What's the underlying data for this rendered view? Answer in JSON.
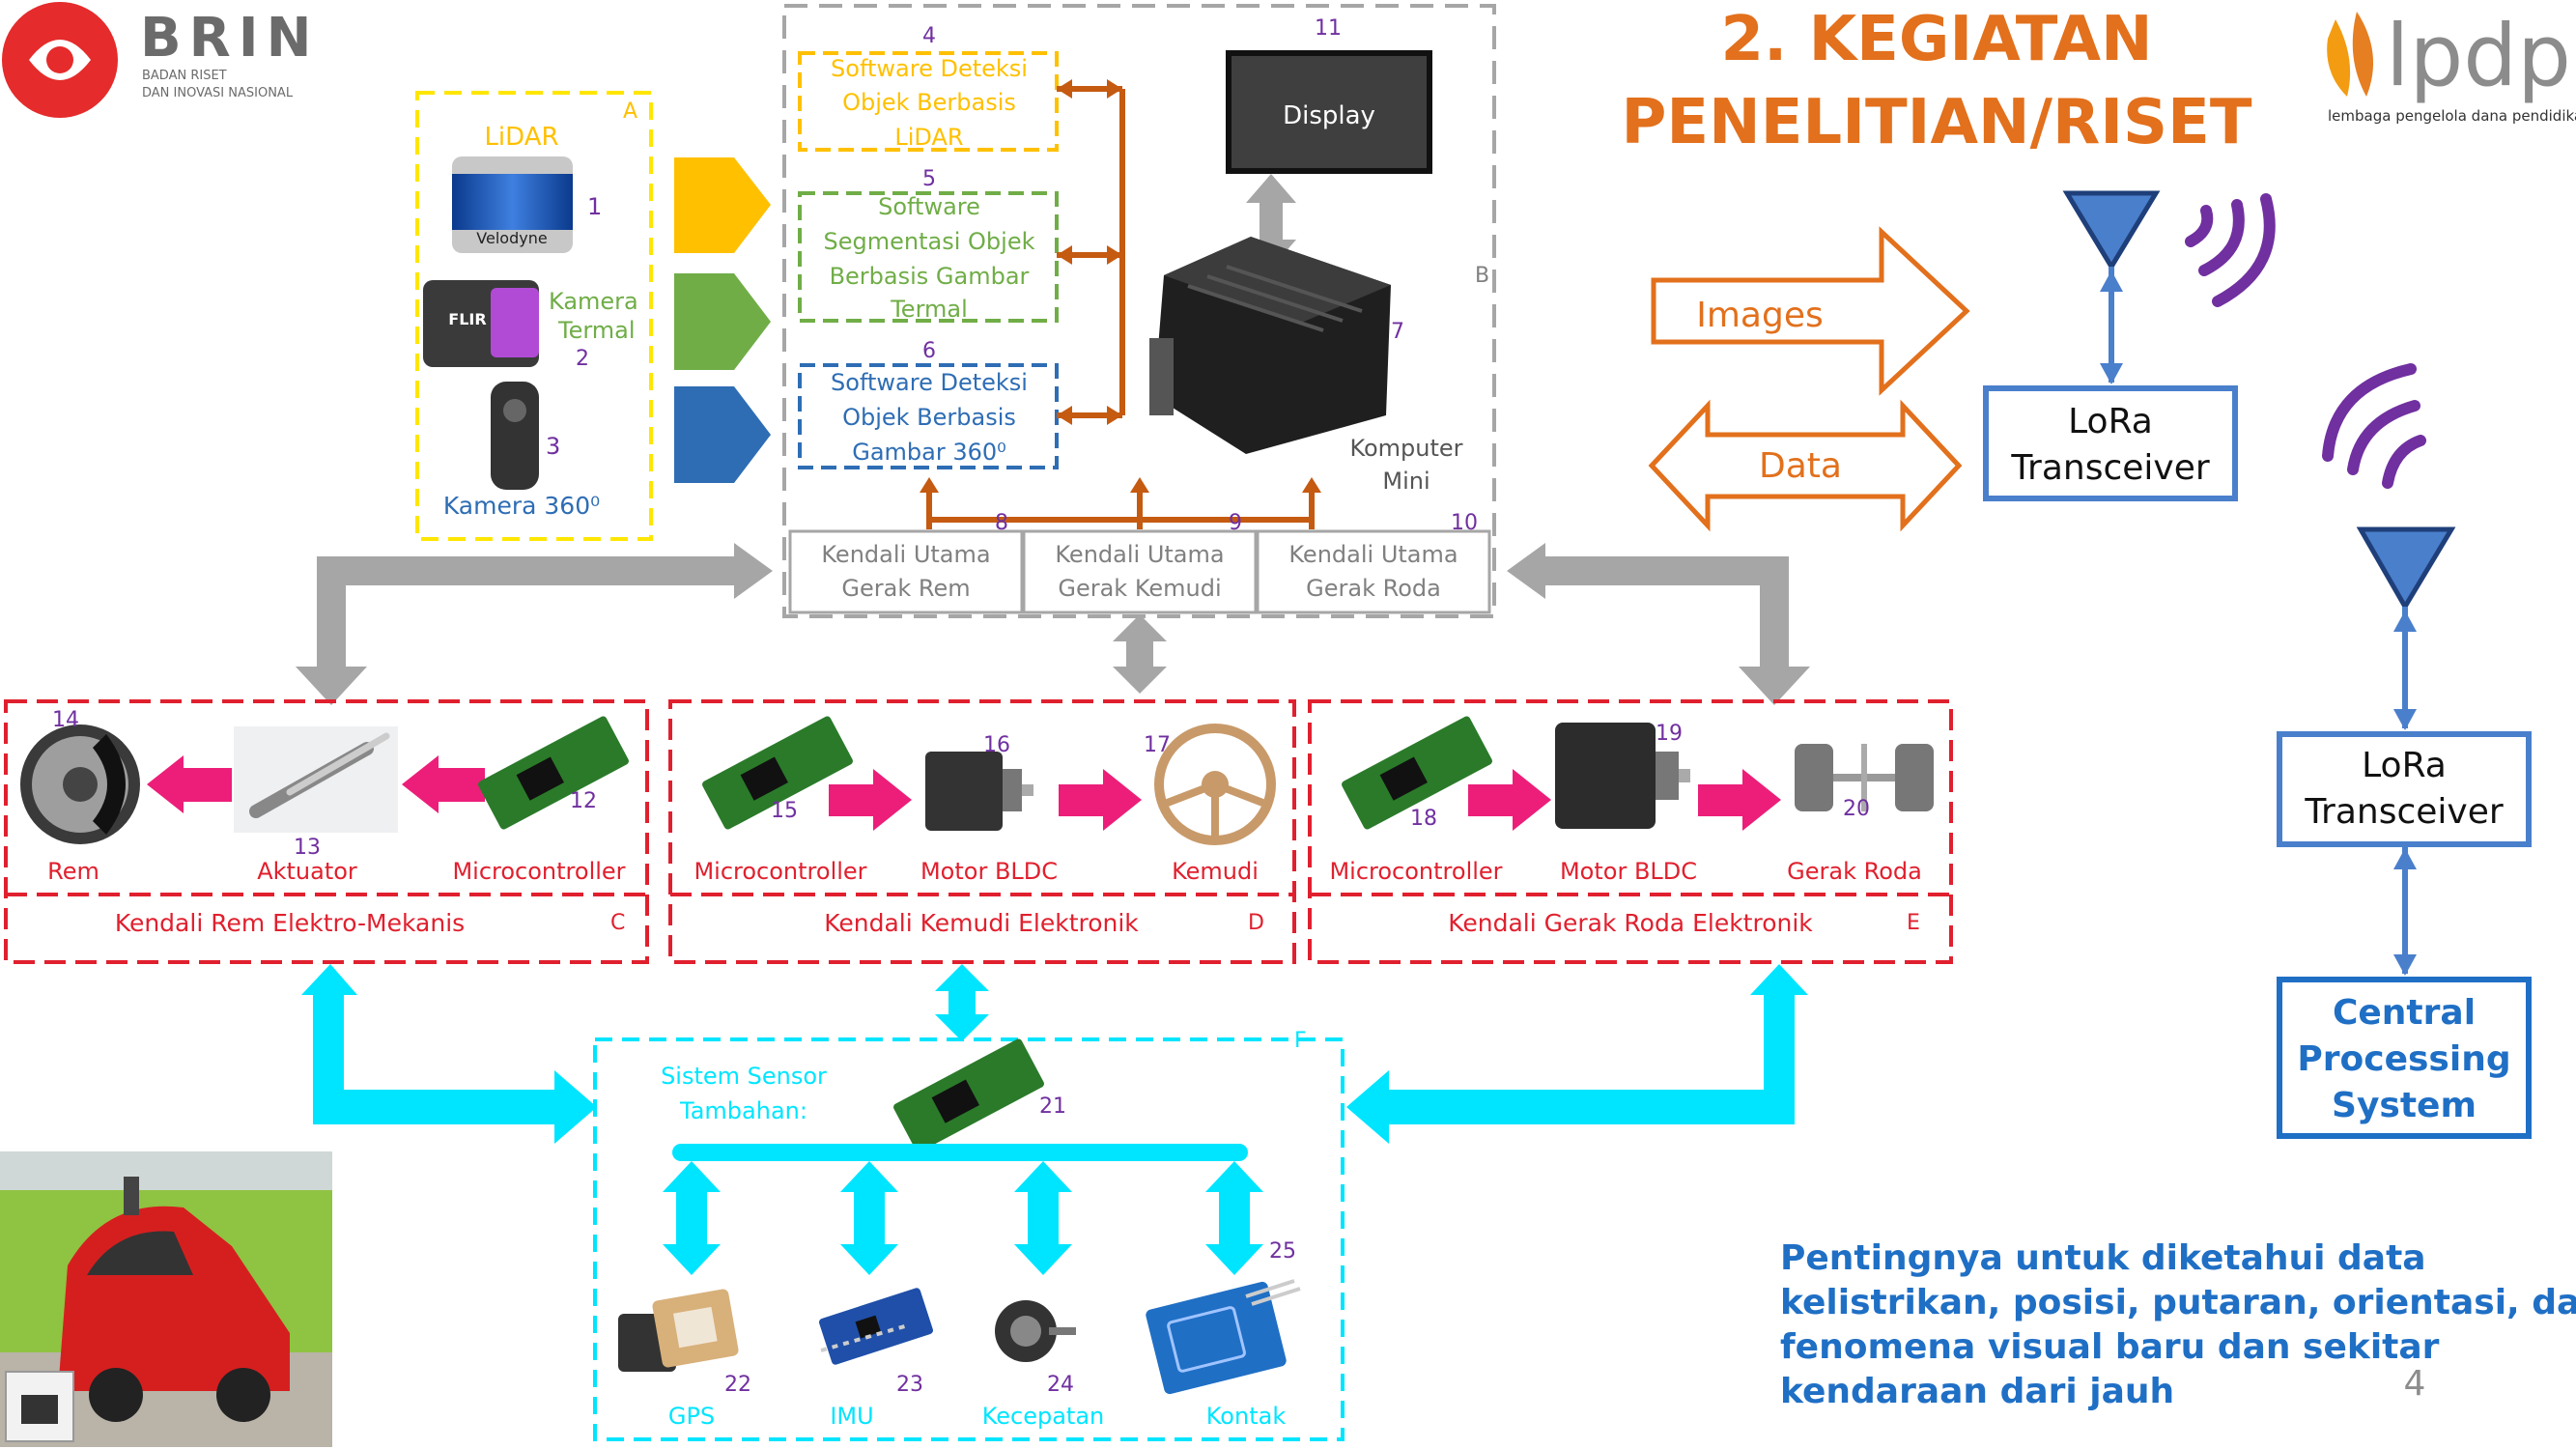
{
  "header": {
    "brin": {
      "name": "BRIN",
      "sub1": "BADAN RISET",
      "sub2": "DAN INOVASI NASIONAL"
    },
    "title_line1": "2. KEGIATAN",
    "title_line2": "PENELITIAN/RISET",
    "lpdp": {
      "name": "lpdp",
      "sub": "lembaga pengelola dana pendidikan"
    }
  },
  "sensors": {
    "letter": "A",
    "lidar_label": "LiDAR",
    "lidar_brand": "Velodyne",
    "lidar_num": "1",
    "thermal_label1": "Kamera",
    "thermal_label2": "Termal",
    "thermal_brand": "FLIR",
    "thermal_num": "2",
    "cam360_label": "Kamera 360⁰",
    "cam360_num": "3"
  },
  "compute": {
    "letter": "B",
    "sw4_num": "4",
    "sw4_lines": [
      "Software Deteksi",
      "Objek Berbasis",
      "LiDAR"
    ],
    "sw5_num": "5",
    "sw5_lines": [
      "Software",
      "Segmentasi Objek",
      "Berbasis Gambar",
      "Termal"
    ],
    "sw6_num": "6",
    "sw6_lines": [
      "Software Deteksi",
      "Objek Berbasis",
      "Gambar 360⁰"
    ],
    "display_label": "Display",
    "display_num": "11",
    "mini_num": "7",
    "mini_label1": "Komputer",
    "mini_label2": "Mini",
    "bus_num": "9",
    "ctrl8": {
      "num": "8",
      "line1": "Kendali Utama",
      "line2": "Gerak Rem"
    },
    "ctrl9": {
      "line1": "Kendali Utama",
      "line2": "Gerak Kemudi"
    },
    "ctrl10": {
      "num": "10",
      "line1": "Kendali Utama",
      "line2": "Gerak Roda"
    }
  },
  "subsystems": {
    "C": {
      "letter": "C",
      "title": "Kendali Rem Elektro-Mekanis",
      "n14": "14",
      "l14": "Rem",
      "n13": "13",
      "l13": "Aktuator",
      "n12": "12",
      "l12": "Microcontroller"
    },
    "D": {
      "letter": "D",
      "title": "Kendali Kemudi Elektronik",
      "n15": "15",
      "l15": "Microcontroller",
      "n16": "16",
      "l16": "Motor BLDC",
      "n17": "17",
      "l17": "Kemudi"
    },
    "E": {
      "letter": "E",
      "title": "Kendali Gerak Roda Elektronik",
      "n18": "18",
      "l18": "Microcontroller",
      "n19": "19",
      "l19": "Motor BLDC",
      "n20": "20",
      "l20": "Gerak Roda"
    }
  },
  "extra": {
    "letter": "F",
    "title1": "Sistem Sensor",
    "title2": "Tambahan:",
    "n21": "21",
    "n22": "22",
    "l22": "GPS",
    "n23": "23",
    "l23": "IMU",
    "n24": "24",
    "l24": "Kecepatan",
    "n25": "25",
    "l25": "Kontak"
  },
  "telemetry": {
    "images_label": "Images",
    "data_label": "Data",
    "lora1_line1": "LoRa",
    "lora1_line2": "Transceiver",
    "lora2_line1": "LoRa",
    "lora2_line2": "Transceiver",
    "cps_line1": "Central",
    "cps_line2": "Processing",
    "cps_line3": "System"
  },
  "note": {
    "lines": [
      "Pentingnya untuk diketahui data",
      "kelistrikan, posisi, putaran, orientasi, dan",
      "fenomena visual baru dan sekitar",
      "kendaraan dari jauh"
    ]
  },
  "page_number": "4",
  "colors": {
    "brin_red": "#e52b2b",
    "title_orange": "#e2701c",
    "lpdp_orange": "#f39c12",
    "sensor_yellow": "#ffc000",
    "green": "#70ad47",
    "blue": "#2e6db4",
    "bus_orange": "#c55a11",
    "gray": "#a6a6a6",
    "red_dash": "#e0202e",
    "magenta": "#ec1e79",
    "cyan": "#00e5ff",
    "purple": "#7030a0",
    "text_blue": "#1f6fc5",
    "number_purple": "#7030a0"
  }
}
